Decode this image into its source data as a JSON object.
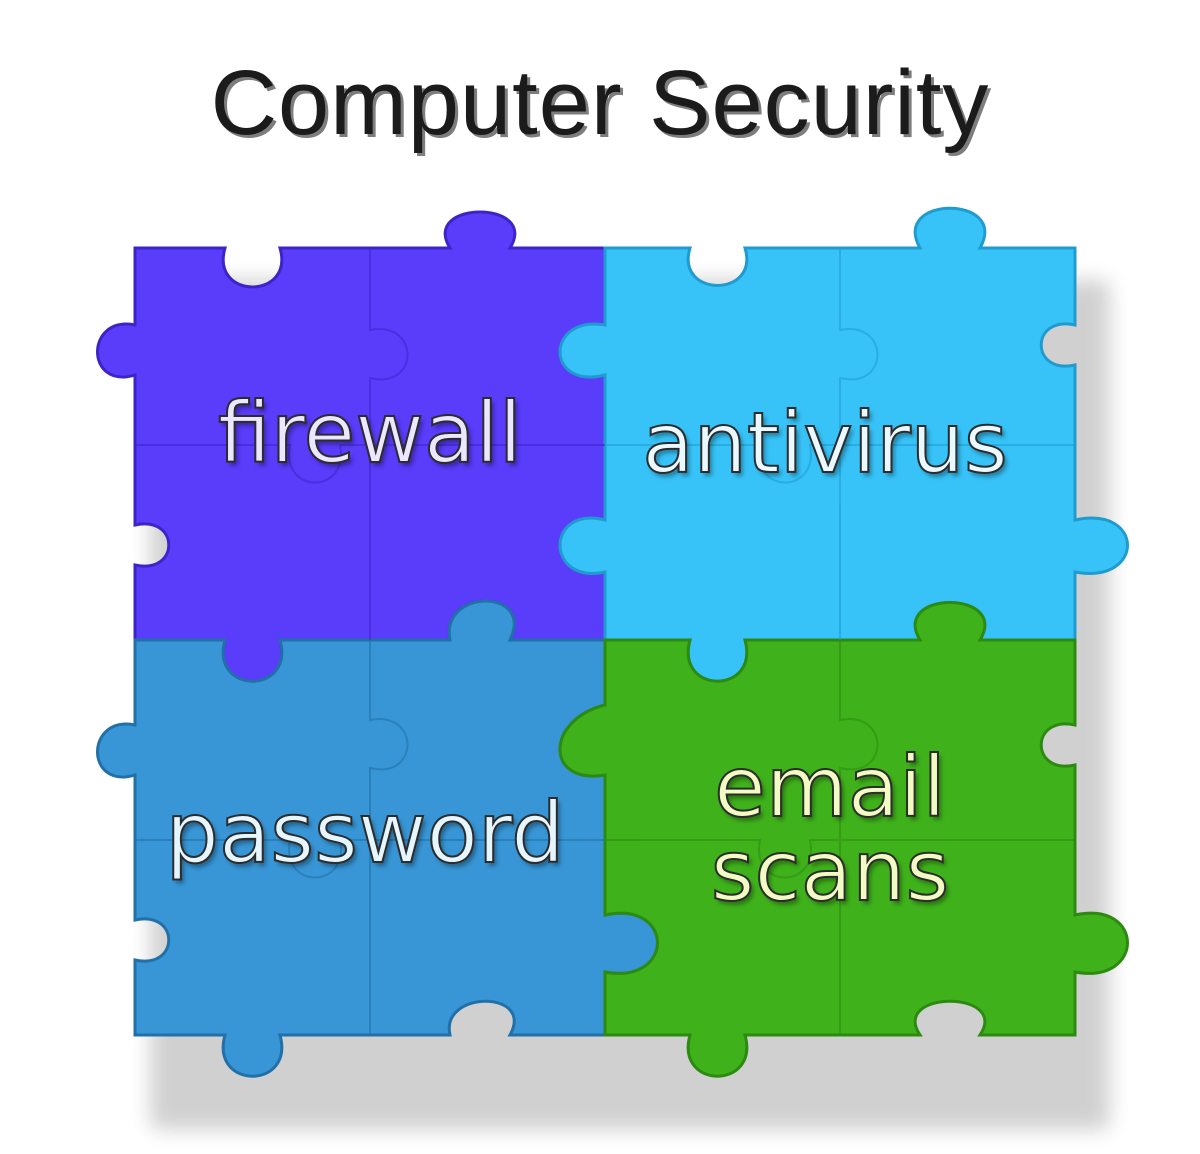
{
  "title": "Computer Security",
  "pieces": {
    "firewall": {
      "label": "firewall",
      "color": "#5a3cfb",
      "edge": "#3d24c9",
      "text_color": "#ece6ff"
    },
    "antivirus": {
      "label": "antivirus",
      "color": "#37c3f8",
      "edge": "#1f9bd0",
      "text_color": "#eaf9ff"
    },
    "password": {
      "label": "password",
      "color": "#3896d6",
      "edge": "#2170a8",
      "text_color": "#e6f6ff"
    },
    "email": {
      "line1": "email",
      "line2": "scans",
      "color": "#3fb21b",
      "edge": "#2c8a10",
      "text_color": "#f2fbc4"
    }
  }
}
